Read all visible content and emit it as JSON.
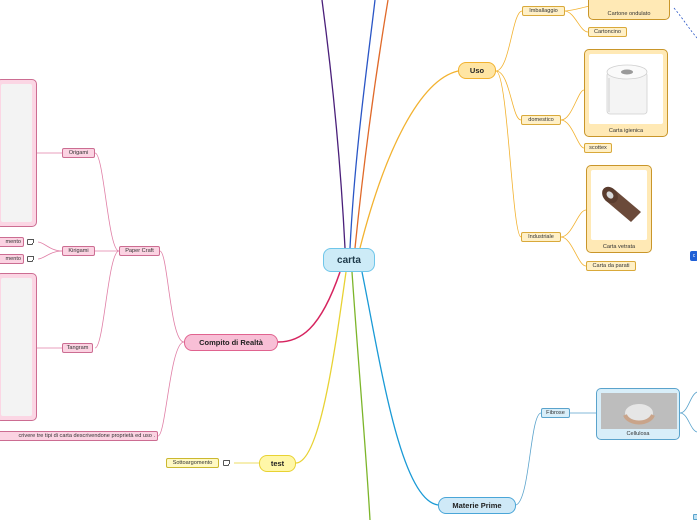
{
  "central": {
    "label": "carta"
  },
  "branches": {
    "uso": {
      "label": "Uso",
      "color": "#f2b230"
    },
    "compito": {
      "label": "Compito di Realtà",
      "color": "#d6245f"
    },
    "test": {
      "label": "test",
      "color": "#e8d233"
    },
    "materie": {
      "label": "Materie Prime",
      "color": "#1a9ad6"
    }
  },
  "uso": {
    "imballaggio": "Imballaggio",
    "cartone_ondulato": "Cartone ondulato",
    "cartoncino": "Cartoncino",
    "domestico": "domestico",
    "carta_igienica": "Carta igienica",
    "scottex": "scottex",
    "industriale": "Industriale",
    "carta_vetrata": "Carta vetrata",
    "carta_da_parati": "Carta da parati"
  },
  "compito": {
    "paper_craft": "Paper Craft",
    "origami": "Origami",
    "kirigami": "Kirigami",
    "tangram": "Tangram",
    "argomento_1": "mento",
    "argomento_2": "mento",
    "descrivere": "crivere tre tipi di carta descrivendone proprietà ed uso ."
  },
  "test": {
    "sottoargomento": "Sottoargomento"
  },
  "materie": {
    "fibrose": "Fibrose",
    "cellulosa": "Cellulosa"
  },
  "edge_label": "c"
}
